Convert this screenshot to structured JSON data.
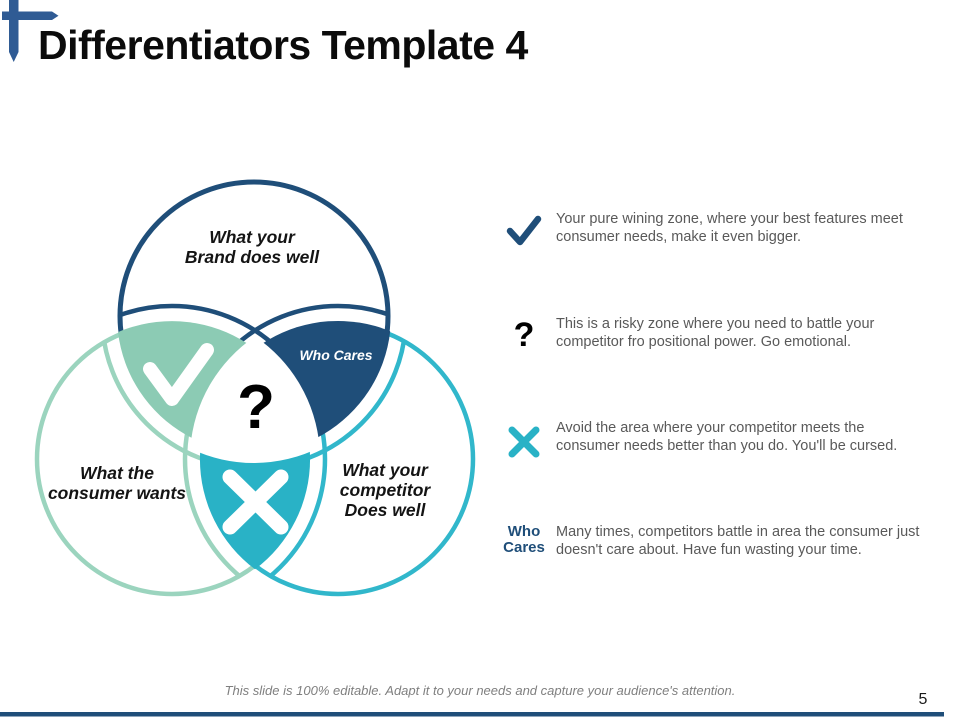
{
  "slide": {
    "title": "Differentiators Template 4",
    "footer": "This slide is 100% editable. Adapt it to your needs and capture your audience's attention.",
    "page_number": "5"
  },
  "venn": {
    "circle_labels": {
      "brand": "What your\nBrand does well",
      "consumer": "What the\nconsumer wants",
      "competitor": "What your\ncompetitor\nDoes well"
    },
    "region_labels": {
      "who_cares": "Who Cares",
      "question_mark": "?"
    },
    "icons": [
      "check-icon",
      "cross-icon",
      "question-icon"
    ]
  },
  "legend": {
    "items": [
      {
        "icon": "check-icon",
        "text": "Your pure wining zone, where your best features meet consumer needs, make it even bigger."
      },
      {
        "icon": "question-icon",
        "glyph": "?",
        "text": "This is a risky zone where you need to battle your competitor fro positional power. Go emotional."
      },
      {
        "icon": "cross-icon",
        "text": "Avoid the area where your competitor meets the consumer needs better than you do. You'll be cursed."
      },
      {
        "icon": "who-cares-label",
        "label": "Who\nCares",
        "text": "Many times, competitors battle in area the consumer just doesn't care about. Have fun wasting your time."
      }
    ]
  },
  "colors": {
    "navy": "#1F4E79",
    "cross_blue": "#2F5B94",
    "mint": "#8CCBB4",
    "mint_light": "#9BD4BE",
    "teal": "#29B2C6",
    "teal_light": "#31B7CB",
    "text_gray": "#595959",
    "footer_gray": "#7F7F7F"
  }
}
